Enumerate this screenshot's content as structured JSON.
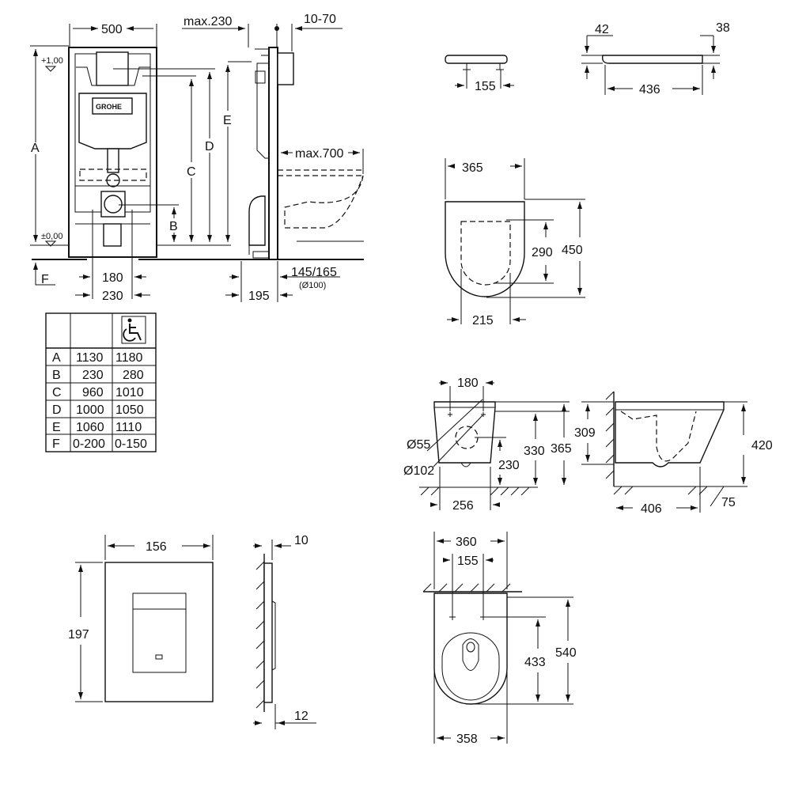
{
  "frame_front": {
    "width": "500",
    "level_top": "+1,00",
    "level_zero": "±0,00",
    "label_a": "A",
    "label_b": "B",
    "label_c": "C",
    "label_d": "D",
    "label_f": "F",
    "dim_180": "180",
    "dim_230": "230",
    "logo": "GROHE"
  },
  "frame_side": {
    "max_230": "max.230",
    "range_10_70": "10-70",
    "label_e": "E",
    "max_700": "max.700",
    "dim_145_165": "145/165",
    "pipe_dia": "(Ø100)",
    "dim_195": "195"
  },
  "table": {
    "header_icon": "wheelchair-accessible-icon",
    "rows": [
      {
        "key": "A",
        "std": "1130",
        "acc": "1180"
      },
      {
        "key": "B",
        "std": "230",
        "acc": "280"
      },
      {
        "key": "C",
        "std": "960",
        "acc": "1010"
      },
      {
        "key": "D",
        "std": "1000",
        "acc": "1050"
      },
      {
        "key": "E",
        "std": "1060",
        "acc": "1110"
      },
      {
        "key": "F",
        "std": "0-200",
        "acc": "0-150"
      }
    ]
  },
  "seat": {
    "hinge_spacing": "155",
    "front_height": "42",
    "rear_height": "38",
    "length": "436",
    "width": "365",
    "inner_length": "290",
    "outer_length": "450",
    "inner_width": "215"
  },
  "bowl_front": {
    "top": "180",
    "dia_55": "Ø55",
    "dia_102": "Ø102",
    "h_230": "230",
    "h_330": "330",
    "h_365": "365",
    "base": "256"
  },
  "bowl_side": {
    "h_309": "309",
    "h_420": "420",
    "length": "406",
    "gap": "75"
  },
  "plate": {
    "width": "156",
    "height": "197",
    "depth_top": "10",
    "depth_bottom": "12"
  },
  "bowl_top": {
    "width": "360",
    "bolt_spacing": "155",
    "depth_433": "433",
    "depth_540": "540",
    "base_width": "358"
  }
}
